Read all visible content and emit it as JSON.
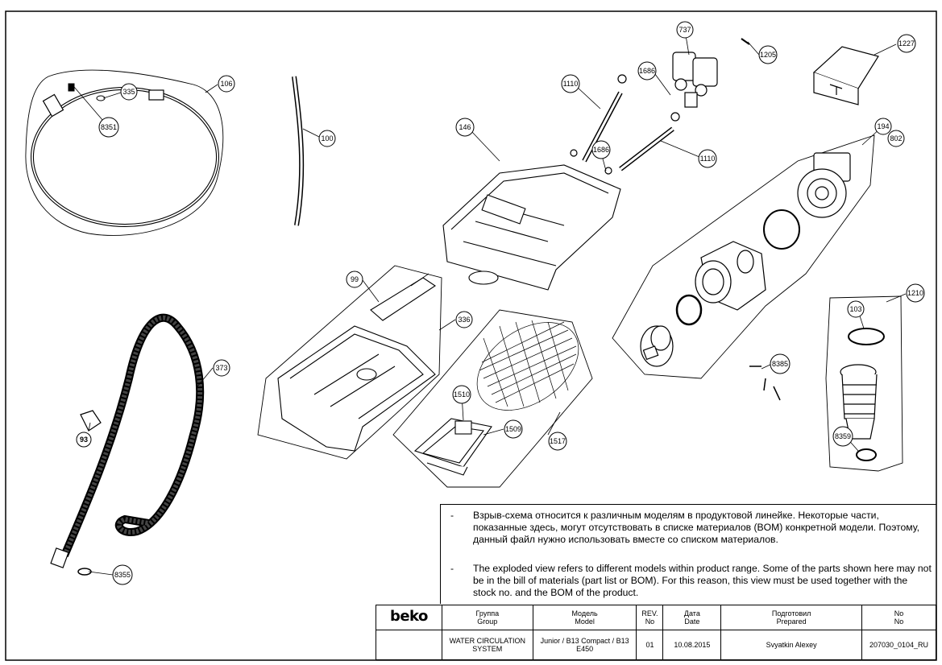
{
  "callouts": [
    "106",
    "335",
    "8351",
    "100",
    "1110",
    "146",
    "1686",
    "1686",
    "1110",
    "737",
    "1205",
    "1227",
    "194",
    "802",
    "99",
    "336",
    "373",
    "93",
    "1510",
    "1509",
    "1517",
    "8385",
    "103",
    "1210",
    "8359",
    "8355"
  ],
  "notes": {
    "bullet": "-",
    "ru": "Взрыв-схема относится к различным моделям в продуктовой линейке. Некоторые части, показанные здесь, могут отсутствовать в списке материалов (BOM) конкретной модели. Поэтому, данный файл нужно использовать вместе со списком материалов.",
    "en": "The exploded view refers to different models within product range. Some of the parts shown here may not be in the bill of materials (part list or BOM). For this reason, this view must be used together with the stock no. and the BOM of the product."
  },
  "title_block": {
    "logo": "beko",
    "headers": {
      "group_ru": "Группа",
      "group_en": "Group",
      "model_ru": "Модель",
      "model_en": "Model",
      "rev_ru": "REV.",
      "rev_en": "No",
      "date_ru": "Дата",
      "date_en": "Date",
      "prepared_ru": "Подготовил",
      "prepared_en": "Prepared",
      "no_ru": "No",
      "no_en": "No"
    },
    "values": {
      "group": "WATER CIRCULATION SYSTEM",
      "model": "Junior / B13 Compact / B13 E450",
      "rev": "01",
      "date": "10.08.2015",
      "prepared": "Svyatkin Alexey",
      "no": "207030_0104_RU"
    }
  }
}
